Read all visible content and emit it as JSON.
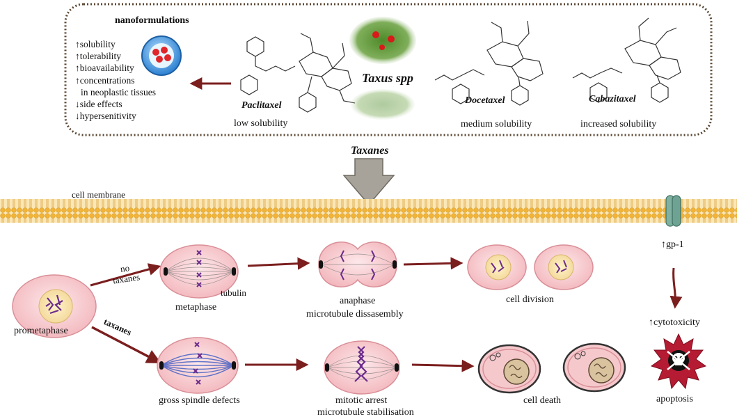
{
  "box": {
    "nano_title": "nanoformulations",
    "nano_list": [
      "↑solubility",
      "↑tolerability",
      "↑bioavailability",
      "↑concentrations",
      "in neoplastic tissues",
      "↓side effects",
      "↓hypersenitivity"
    ],
    "taxus": "Taxus spp",
    "drugs": [
      {
        "name": "Paclitaxel",
        "solubility": "low solubility"
      },
      {
        "name": "Docetaxel",
        "solubility": "medium  solubility"
      },
      {
        "name": "Cabazitaxel",
        "solubility": "increased  solubility"
      }
    ]
  },
  "taxanes_label": "Taxanes",
  "membrane_label": "cell membrane",
  "gp_label": "↑gp-1",
  "cytotoxicity_label": "↑cytotoxicity",
  "apoptosis_label": "apoptosis",
  "branches": {
    "no_taxanes": [
      "no",
      "taxanes"
    ],
    "taxanes": "taxanes"
  },
  "top_row": {
    "prometaphase": "prometaphase",
    "metaphase": "metaphase",
    "tubulin": "tubulin",
    "anaphase": "anaphase",
    "anaphase_sub": "microtubule  dissasembly",
    "division": "cell division"
  },
  "bottom_row": {
    "defects": "gross spindle defects",
    "arrest": "mitotic arrest",
    "arrest_sub": "microtubule  stabilisation",
    "death": "cell death"
  },
  "colors": {
    "arrow": "#7b1e1e",
    "membrane": "#f2b437",
    "cell": "#f7cfd2",
    "chromosome": "#6b2b8c",
    "spindle": "#3b5bc4",
    "border": "#5a4632"
  }
}
